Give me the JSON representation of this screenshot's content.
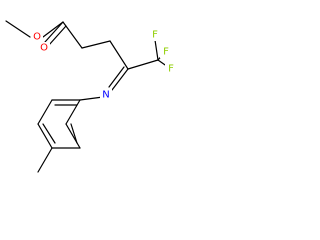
{
  "structure": {
    "atoms": {
      "o_ether": "O",
      "o_carbonyl": "O",
      "f_top": "F",
      "f_right": "F",
      "f_mid": "F",
      "n_imine": "N"
    },
    "colors": {
      "oxygen": "#ff0000",
      "nitrogen": "#0000ff",
      "fluorine": "#8fce00",
      "bond": "#000000"
    }
  }
}
